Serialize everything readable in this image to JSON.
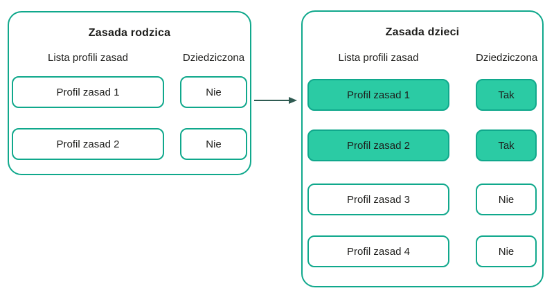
{
  "parent": {
    "title": "Zasada rodzica",
    "columns": {
      "profiles": "Lista profili zasad",
      "inherited": "Dziedziczona"
    },
    "rows": [
      {
        "profile": "Profil zasad 1",
        "inherited": "Nie",
        "highlighted": false
      },
      {
        "profile": "Profil zasad 2",
        "inherited": "Nie",
        "highlighted": false
      }
    ]
  },
  "child": {
    "title": "Zasada dzieci",
    "columns": {
      "profiles": "Lista profili zasad",
      "inherited": "Dziedziczona"
    },
    "rows": [
      {
        "profile": "Profil zasad 1",
        "inherited": "Tak",
        "highlighted": true
      },
      {
        "profile": "Profil zasad 2",
        "inherited": "Tak",
        "highlighted": true
      },
      {
        "profile": "Profil zasad 3",
        "inherited": "Nie",
        "highlighted": false
      },
      {
        "profile": "Profil zasad 4",
        "inherited": "Nie",
        "highlighted": false
      }
    ]
  },
  "colors": {
    "teal_border": "#10A88C",
    "teal_fill": "#2BCBA4",
    "text": "#1D1D1B",
    "arrow": "#2F5B52",
    "background": "#FFFFFF"
  }
}
